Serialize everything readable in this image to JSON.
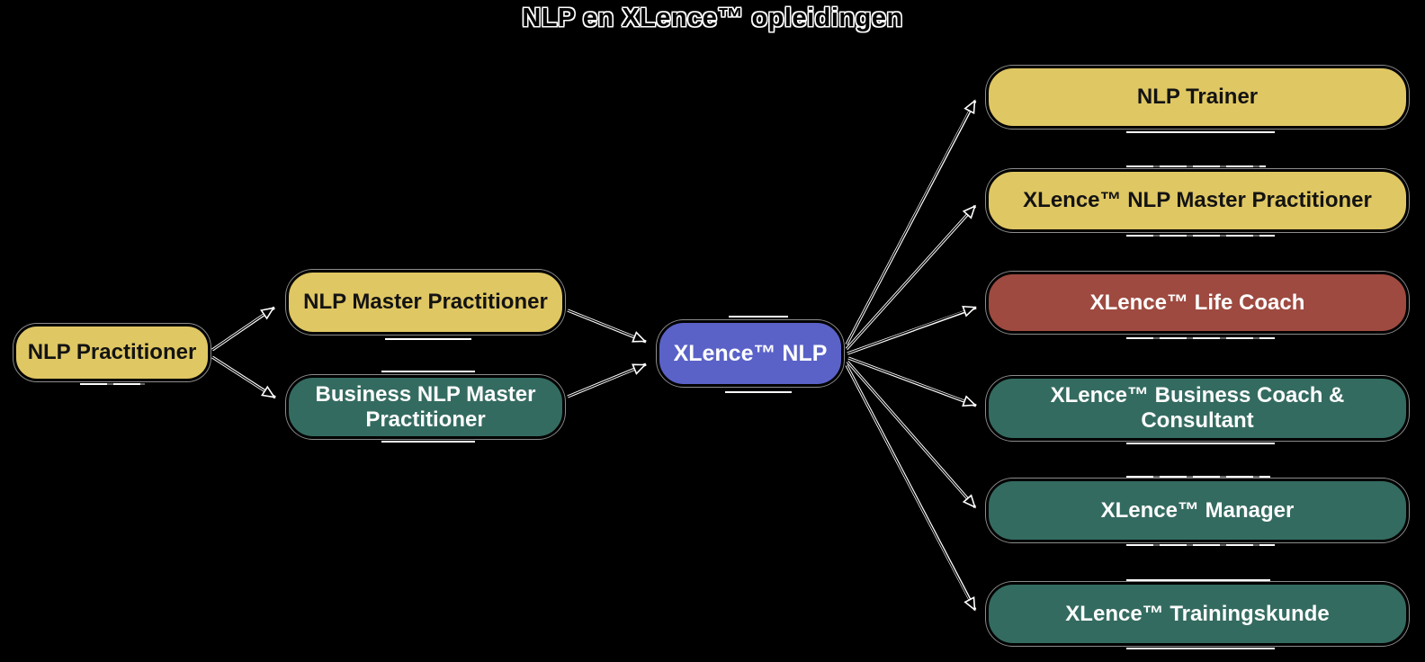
{
  "title": "NLP en XLence™ opleidingen",
  "colors": {
    "yellow": "#DFC763",
    "teal": "#346B60",
    "red": "#9E4A40",
    "blue": "#5A62C8",
    "background": "#000000",
    "arrow_core": "#000000",
    "arrow_halo": "#FFFFFF"
  },
  "nodes": [
    {
      "id": "nlp-practitioner",
      "label": "NLP Practitioner",
      "color": "yellow",
      "text": "dark"
    },
    {
      "id": "nlp-master-practitioner",
      "label": "NLP Master Practitioner",
      "color": "yellow",
      "text": "dark"
    },
    {
      "id": "business-nlp-master",
      "label": "Business NLP Master Practitioner",
      "color": "teal",
      "text": "light"
    },
    {
      "id": "xlence-nlp",
      "label": "XLence™ NLP",
      "color": "blue",
      "text": "light"
    },
    {
      "id": "nlp-trainer",
      "label": "NLP Trainer",
      "color": "yellow",
      "text": "dark"
    },
    {
      "id": "xlence-nlp-master",
      "label": "XLence™ NLP Master Practitioner",
      "color": "yellow",
      "text": "dark"
    },
    {
      "id": "xlence-life-coach",
      "label": "XLence™ Life Coach",
      "color": "red",
      "text": "light"
    },
    {
      "id": "xlence-business-coach",
      "label": "XLence™ Business Coach & Consultant",
      "color": "teal",
      "text": "light"
    },
    {
      "id": "xlence-manager",
      "label": "XLence™ Manager",
      "color": "teal",
      "text": "light"
    },
    {
      "id": "xlence-trainingskunde",
      "label": "XLence™ Trainingskunde",
      "color": "teal",
      "text": "light"
    }
  ],
  "edges": [
    {
      "from": "nlp-practitioner",
      "to": "nlp-master-practitioner"
    },
    {
      "from": "nlp-practitioner",
      "to": "business-nlp-master"
    },
    {
      "from": "nlp-master-practitioner",
      "to": "xlence-nlp"
    },
    {
      "from": "business-nlp-master",
      "to": "xlence-nlp"
    },
    {
      "from": "xlence-nlp",
      "to": "nlp-trainer"
    },
    {
      "from": "xlence-nlp",
      "to": "xlence-nlp-master"
    },
    {
      "from": "xlence-nlp",
      "to": "xlence-life-coach"
    },
    {
      "from": "xlence-nlp",
      "to": "xlence-business-coach"
    },
    {
      "from": "xlence-nlp",
      "to": "xlence-manager"
    },
    {
      "from": "xlence-nlp",
      "to": "xlence-trainingskunde"
    }
  ]
}
